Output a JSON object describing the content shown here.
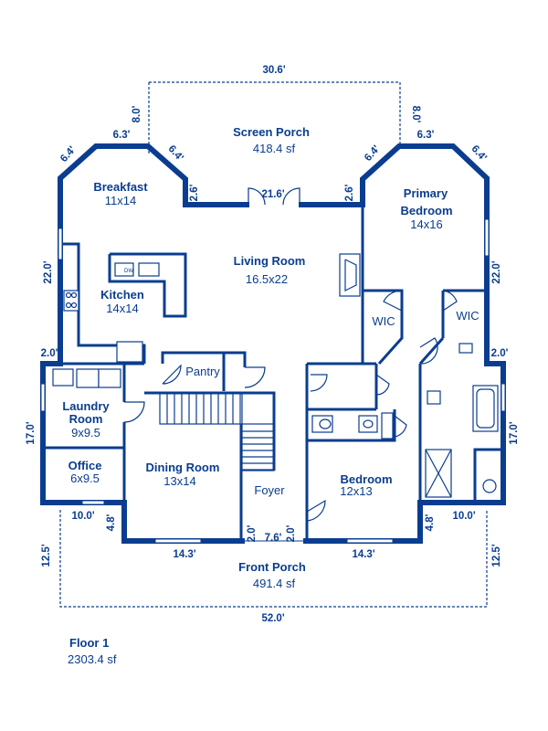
{
  "floor": {
    "title": "Floor 1",
    "area": "2303.4 sf"
  },
  "rooms": {
    "screen_porch": {
      "name": "Screen Porch",
      "dim": "418.4 sf"
    },
    "breakfast": {
      "name": "Breakfast",
      "dim": "11x14"
    },
    "living_room": {
      "name": "Living Room",
      "dim": "16.5x22"
    },
    "primary_bedroom": {
      "name_line1": "Primary",
      "name_line2": "Bedroom",
      "dim": "14x16"
    },
    "kitchen": {
      "name": "Kitchen",
      "dim": "14x14"
    },
    "pantry": {
      "name": "Pantry"
    },
    "wic_left": {
      "name": "WIC"
    },
    "wic_right": {
      "name": "WIC"
    },
    "laundry": {
      "name_line1": "Laundry",
      "name_line2": "Room",
      "dim": "9x9.5"
    },
    "office": {
      "name": "Office",
      "dim": "6x9.5"
    },
    "dining_room": {
      "name": "Dining Room",
      "dim": "13x14"
    },
    "foyer": {
      "name": "Foyer"
    },
    "bedroom": {
      "name": "Bedroom",
      "dim": "12x13"
    },
    "front_porch": {
      "name": "Front Porch",
      "dim": "491.4 sf"
    }
  },
  "dimensions": {
    "top_porch_width": "30.6'",
    "porch_left_depth": "8.0'",
    "porch_right_depth": "8.0'",
    "left_top_63": "6.3'",
    "right_top_63": "6.3'",
    "left_outer_64": "6.4'",
    "left_inner_64": "6.4'",
    "right_inner_64": "6.4'",
    "right_outer_64": "6.4'",
    "left_26": "2.6'",
    "right_26": "2.6'",
    "door_216": "21.6'",
    "left_220": "22.0'",
    "right_220": "22.0'",
    "left_20": "2.0'",
    "right_20": "2.0'",
    "left_170": "17.0'",
    "right_170": "17.0'",
    "left_100": "10.0'",
    "right_100": "10.0'",
    "left_48": "4.8'",
    "right_48": "4.8'",
    "left_143": "14.3'",
    "right_143": "14.3'",
    "entry_76": "7.6'",
    "entry_20_left": "2.0'",
    "entry_20_right": "2.0'",
    "left_125": "12.5'",
    "right_125": "12.5'",
    "bottom_520": "52.0'"
  },
  "fixtures": {
    "dishwasher": "DW"
  },
  "colors": {
    "wall": "#0a3d8f",
    "background": "#ffffff"
  }
}
